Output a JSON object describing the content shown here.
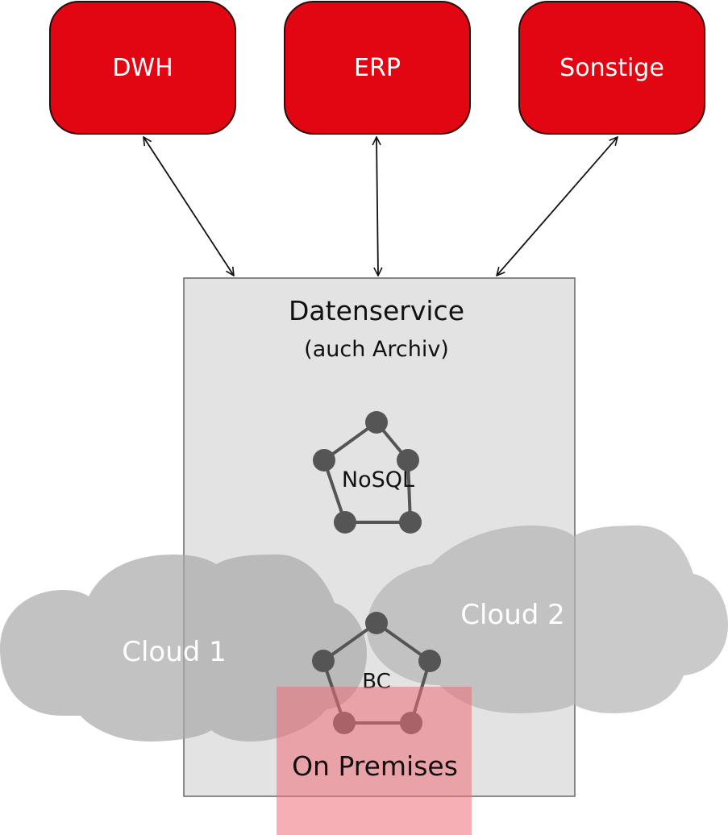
{
  "diagram": {
    "title": "Datenservice architecture",
    "systems": [
      {
        "id": "dwh",
        "label": "DWH"
      },
      {
        "id": "erp",
        "label": "ERP"
      },
      {
        "id": "sonstige",
        "label": "Sonstige"
      }
    ],
    "service": {
      "title": "Datenservice",
      "subtitle": "(auch Archiv)"
    },
    "nosql": {
      "label": "NoSQL"
    },
    "blockchain": {
      "label": "BC"
    },
    "clouds": [
      {
        "id": "cloud1",
        "label": "Cloud 1"
      },
      {
        "id": "cloud2",
        "label": "Cloud 2"
      }
    ],
    "on_premises": {
      "label": "On Premises"
    },
    "connections": [
      {
        "from": "DWH",
        "to": "Datenservice",
        "type": "bidirectional"
      },
      {
        "from": "ERP",
        "to": "Datenservice",
        "type": "bidirectional"
      },
      {
        "from": "Sonstige",
        "to": "Datenservice",
        "type": "bidirectional"
      }
    ],
    "colors": {
      "system_fill": "#e20613",
      "service_fill": "#e3e3e3",
      "cloud_fill": "#a8a8a8",
      "node_fill": "#555555",
      "on_premises_fill": "#f08a90"
    }
  }
}
